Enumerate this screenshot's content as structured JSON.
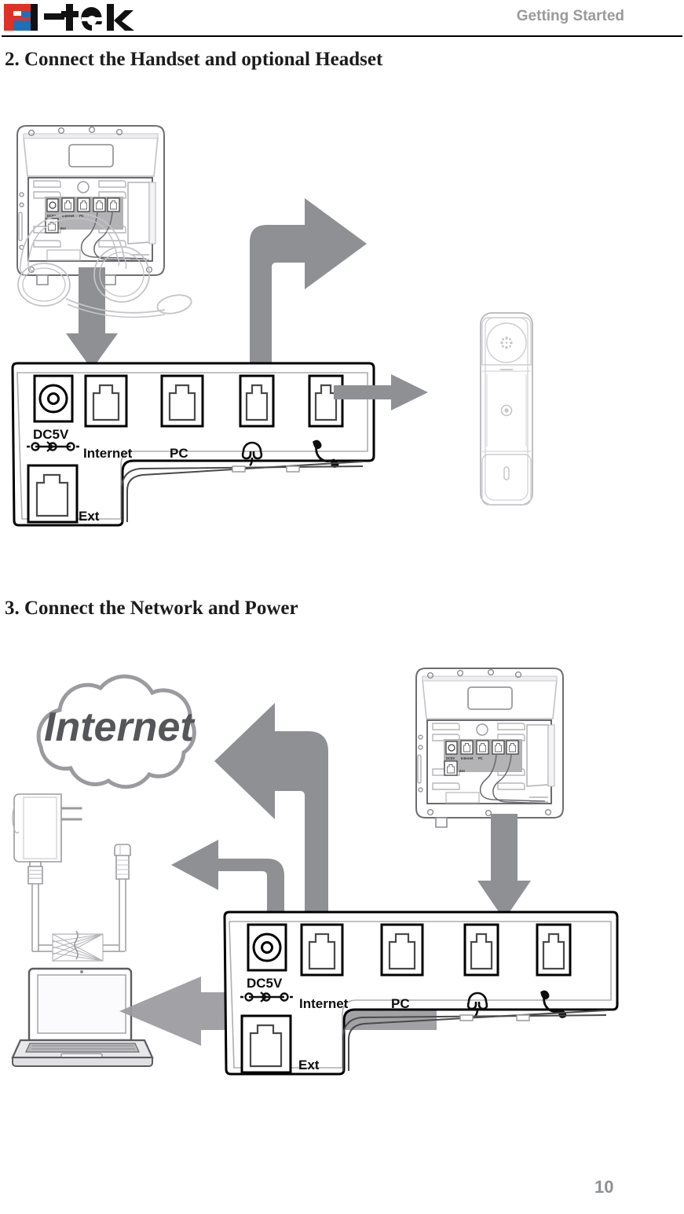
{
  "document": {
    "header": {
      "logo_text": "Htek",
      "logo_mark_name": "htek-h-mark",
      "logo_colors": {
        "red": "#e03127",
        "blue": "#1d71b8",
        "black": "#111111"
      },
      "title": "Getting Started"
    },
    "footer": {
      "page_number": "10"
    },
    "sections": [
      {
        "id": "section-2",
        "heading": "2. Connect the Handset and optional Headset",
        "figure": {
          "name": "handset-headset-connection-diagram",
          "components": [
            {
              "name": "phone-back-view",
              "label": ""
            },
            {
              "name": "headset",
              "label": ""
            },
            {
              "name": "handset",
              "label": ""
            },
            {
              "name": "port-panel",
              "label": ""
            }
          ],
          "port_labels": [
            "DC5V",
            "Internet",
            "PC",
            "headset-port-icon",
            "handset-port-icon",
            "Ext"
          ],
          "arrows": [
            {
              "name": "arrow-phone-to-panel",
              "direction": "down"
            },
            {
              "name": "arrow-headset-port-to-headset",
              "direction": "elbow-up-right"
            },
            {
              "name": "arrow-handset-port-to-handset",
              "direction": "right"
            }
          ]
        }
      },
      {
        "id": "section-3",
        "heading": "3. Connect the Network and Power",
        "figure": {
          "name": "network-power-connection-diagram",
          "components": [
            {
              "name": "internet-cloud",
              "label": "Internet"
            },
            {
              "name": "power-adapter",
              "label": ""
            },
            {
              "name": "laptop",
              "label": ""
            },
            {
              "name": "phone-back-view",
              "label": ""
            },
            {
              "name": "port-panel",
              "label": ""
            }
          ],
          "port_labels": [
            "DC5V",
            "Internet",
            "PC",
            "headset-port-icon",
            "handset-port-icon",
            "Ext"
          ],
          "arrows": [
            {
              "name": "arrow-internet-port-to-cloud",
              "direction": "elbow-up-left"
            },
            {
              "name": "arrow-dc5v-port-to-adapter",
              "direction": "elbow-up-left"
            },
            {
              "name": "arrow-pc-port-to-laptop",
              "direction": "left"
            },
            {
              "name": "arrow-phone-to-panel",
              "direction": "down"
            }
          ]
        }
      }
    ],
    "palette": {
      "arrow_gray": "#8e9094",
      "line_gray": "#9b9b9f",
      "outline_black": "#000000",
      "panel_fill_gray": "#b3b3b6",
      "text_dark": "#1c1c1c",
      "header_gray": "#9a9a9e"
    }
  }
}
